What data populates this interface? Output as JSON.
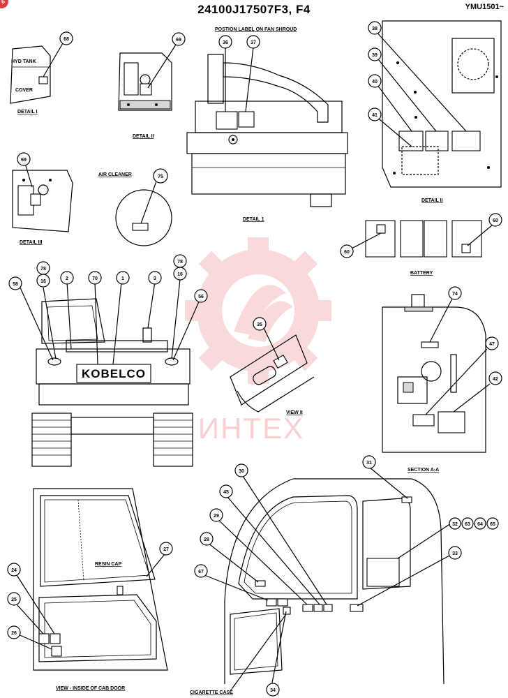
{
  "header": {
    "title": "24100J17507F3, F4",
    "code": "YMU1501~",
    "badge": "6"
  },
  "watermark": {
    "text": "ИНТЕХ",
    "color": "#e85a5a"
  },
  "details": {
    "detail1": {
      "caption": "DETAIL I",
      "label_top": "HYD TANK",
      "label_bottom": "COVER",
      "part": "68"
    },
    "detail2": {
      "caption": "DETAIL II",
      "part": "69"
    },
    "detail3": {
      "caption": "DETAIL III",
      "part": "69"
    },
    "air_cleaner": {
      "label": "AIR CLEANER",
      "part": "75"
    },
    "detail_fan": {
      "label": "POSTION LABEL ON FAN SHROUD",
      "caption": "DETAIL 1",
      "parts": [
        "36",
        "37"
      ]
    },
    "detail_panel": {
      "caption": "DETAIL II",
      "parts": [
        "38",
        "39",
        "40",
        "41"
      ]
    },
    "battery": {
      "caption": "BATTERY",
      "parts": [
        "60",
        "60"
      ]
    },
    "front_view": {
      "brand": "KOBELCO",
      "parts": [
        "58",
        "78",
        "16",
        "2",
        "70",
        "1",
        "3",
        "78",
        "16",
        "56"
      ]
    },
    "view_ii": {
      "caption": "VIEW II",
      "part": "35"
    },
    "section_aa": {
      "caption": "SECTION A-A",
      "parts": [
        "74",
        "47",
        "42"
      ]
    },
    "cab_door": {
      "caption": "VIEW - INSIDE OF CAB DOOR",
      "resin_cap": "RESIN CAP",
      "parts": [
        "27",
        "24",
        "25",
        "26"
      ]
    },
    "cab": {
      "cigarette": "CIGARETTE CASE",
      "parts": [
        "30",
        "31",
        "45",
        "29",
        "28",
        "67",
        "32",
        "63",
        "64",
        "65",
        "33",
        "34"
      ]
    }
  }
}
